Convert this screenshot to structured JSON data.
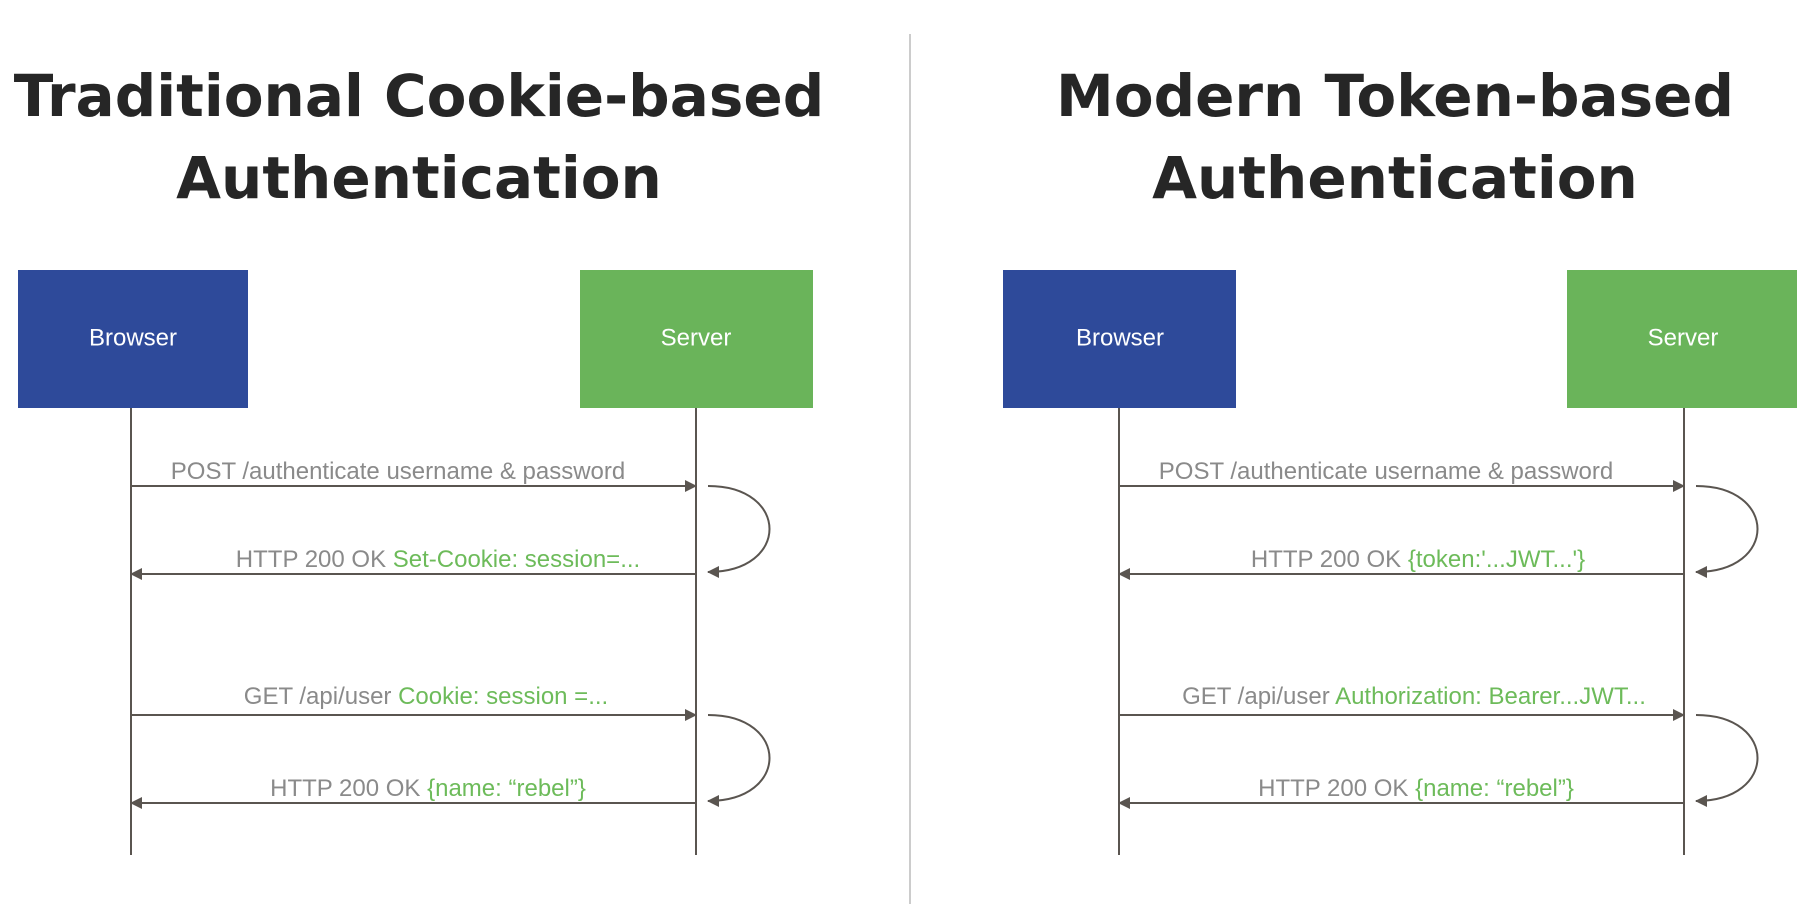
{
  "colors": {
    "browser_box": "#2e4a9a",
    "server_box": "#6ab45a",
    "accent_text": "#6dbb5a",
    "plain_text": "#8a8a8a",
    "arrow": "#5a5550",
    "title": "#262626",
    "divider": "#cccccc"
  },
  "panels": [
    {
      "title_line1": "Traditional Cookie-based",
      "title_line2": "Authentication",
      "browser_label": "Browser",
      "server_label": "Server",
      "messages": [
        {
          "direction": "to-server",
          "plain": "POST /authenticate username & password",
          "accent": ""
        },
        {
          "direction": "to-browser",
          "plain": "HTTP 200 OK ",
          "accent": "Set-Cookie: session=..."
        },
        {
          "direction": "to-server",
          "plain": "GET /api/user ",
          "accent": "Cookie: session =..."
        },
        {
          "direction": "to-browser",
          "plain": "HTTP 200 OK ",
          "accent": "{name: “rebel”}"
        }
      ]
    },
    {
      "title_line1": "Modern Token-based",
      "title_line2": "Authentication",
      "browser_label": "Browser",
      "server_label": "Server",
      "messages": [
        {
          "direction": "to-server",
          "plain": "POST /authenticate username & password",
          "accent": ""
        },
        {
          "direction": "to-browser",
          "plain": "HTTP 200 OK ",
          "accent": "{token:'...JWT...'}"
        },
        {
          "direction": "to-server",
          "plain": "GET /api/user ",
          "accent": "Authorization: Bearer...JWT..."
        },
        {
          "direction": "to-browser",
          "plain": "HTTP 200 OK ",
          "accent": "{name: “rebel”}"
        }
      ]
    }
  ]
}
